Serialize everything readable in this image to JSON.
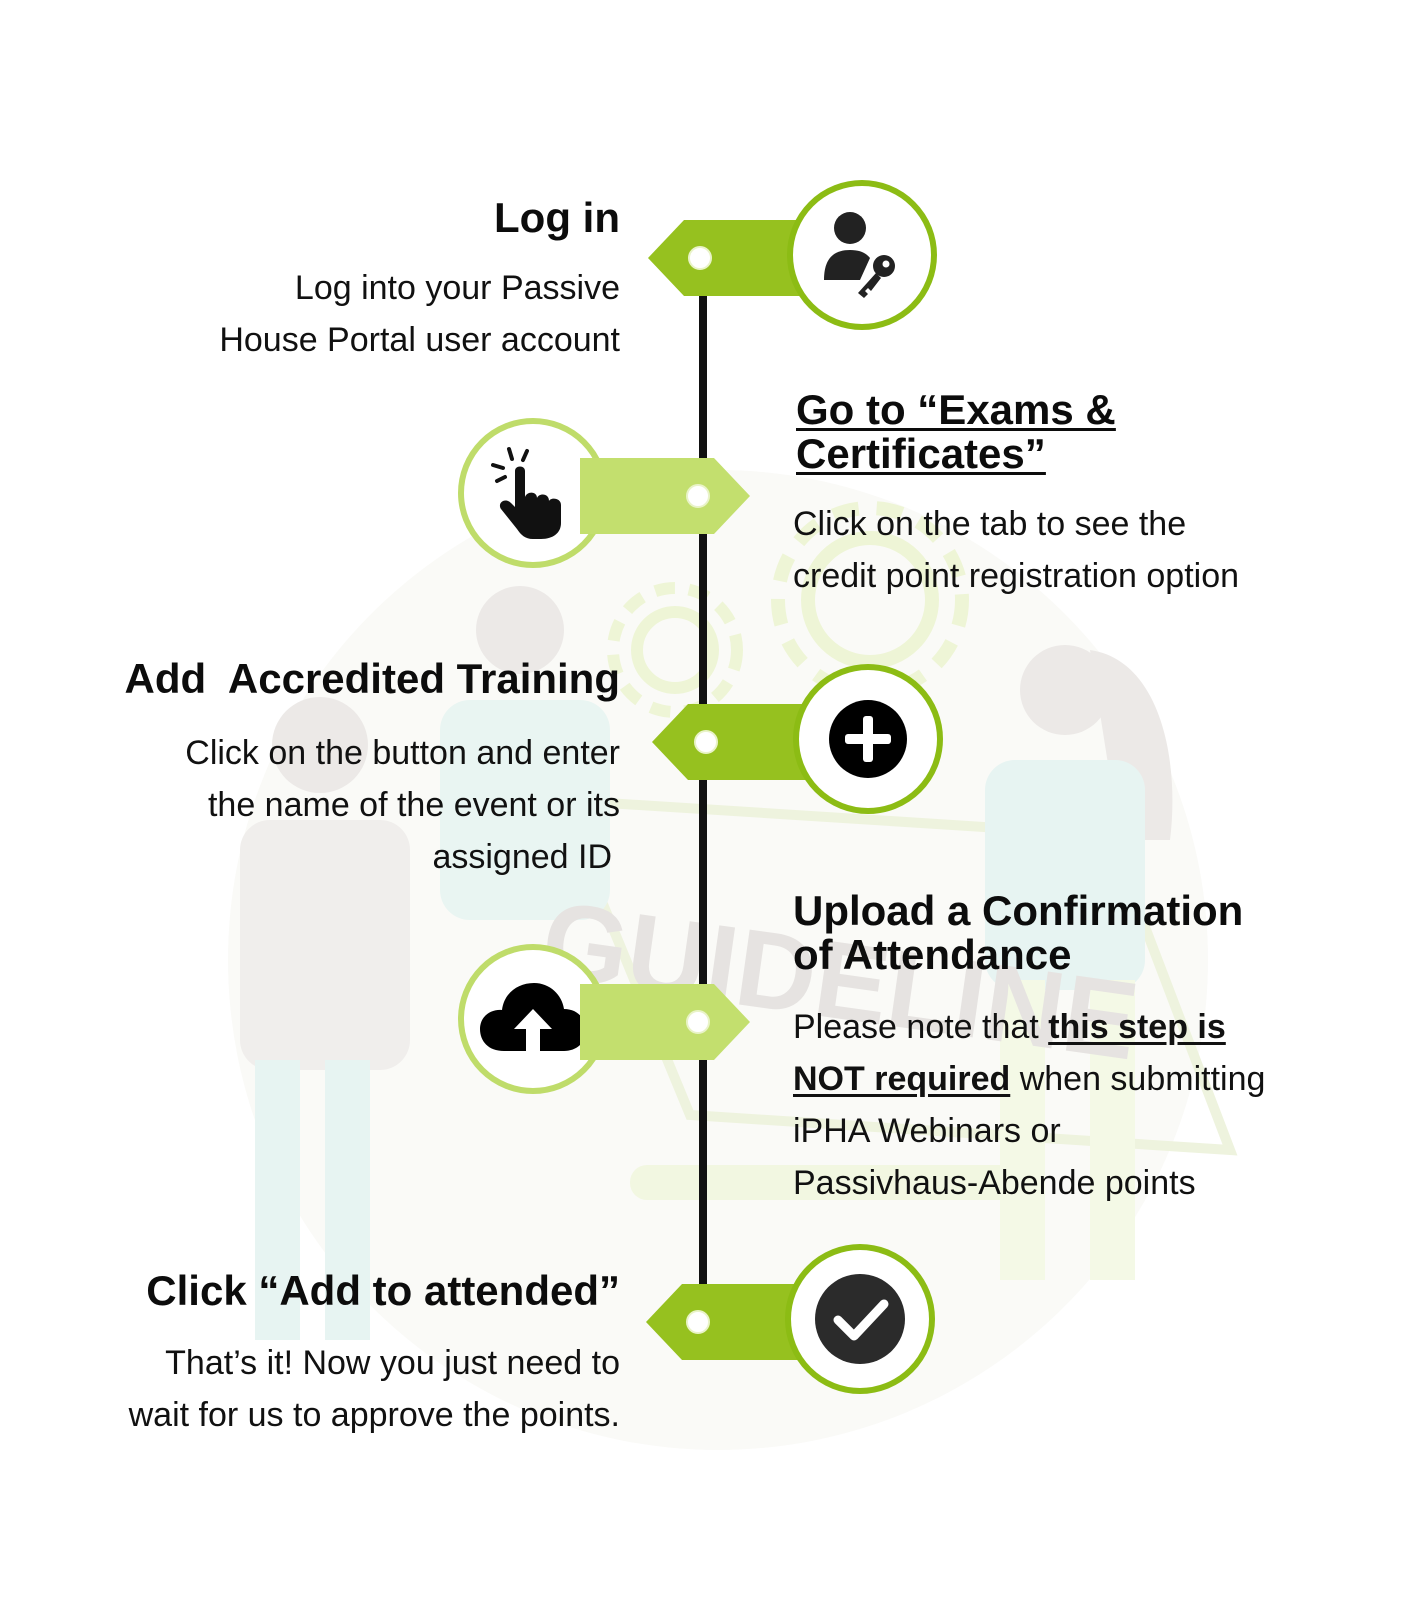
{
  "colors": {
    "tag_dark": "#96c11f",
    "tag_light": "#c3df6e",
    "ring_dark": "#8cbc14",
    "ring_light": "#bfdc6a",
    "line": "#111111",
    "watermark": "#e6e3e1"
  },
  "watermark": {
    "text": "GUIDELINE"
  },
  "steps": [
    {
      "title": "Log in",
      "desc_line1": "Log into your Passive",
      "desc_line2": "House Portal user account",
      "icon": "user-key-icon"
    },
    {
      "title": "Go to “Exams &",
      "title_line2": "Certificates”",
      "desc_line1": "Click on the tab to see the",
      "desc_line2": "credit point registration option",
      "icon": "pointer-click-icon"
    },
    {
      "title": "Add  Accredited Training",
      "desc_line1": "Click on the button and enter",
      "desc_line2": "the name of the event or its",
      "desc_line3": "assigned ID",
      "icon": "plus-circle-icon"
    },
    {
      "title": "Upload a Confirmation",
      "title_line2": "of Attendance",
      "desc_pre": "Please note that ",
      "desc_emph_line1": "this step is",
      "desc_emph_line2": "NOT required",
      "desc_post": " when submitting",
      "desc_line3": "iPHA Webinars or",
      "desc_line4": "Passivhaus-Abende points",
      "icon": "cloud-upload-icon"
    },
    {
      "title": "Click “Add to attended”",
      "desc_line1": "That’s it! Now you just need to",
      "desc_line2": "wait for us to approve the points.",
      "icon": "check-circle-icon"
    }
  ]
}
